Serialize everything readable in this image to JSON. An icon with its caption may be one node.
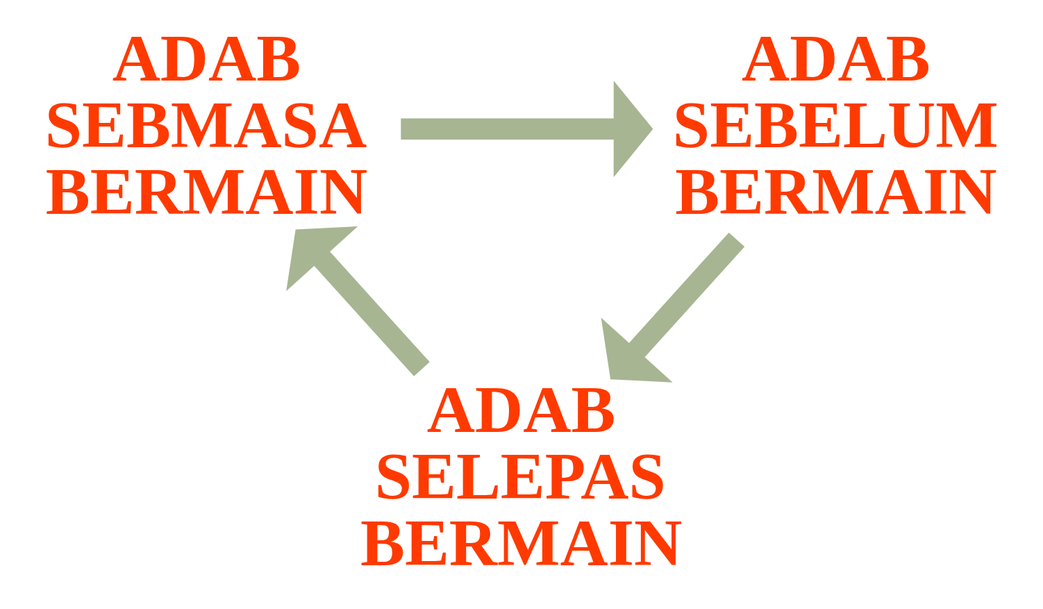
{
  "diagram": {
    "nodes": [
      {
        "text": [
          "ADAB SEBMASA BERMAIN"
        ]
      },
      {
        "text": [
          "ADAB SEBELUM BERMAIN"
        ]
      },
      {
        "text": [
          "ADAB SELEPAS BERMAIN"
        ]
      }
    ],
    "edges": [
      {
        "from": 0,
        "to": 1,
        "arrow": "to"
      },
      {
        "from": 1,
        "to": 2,
        "arrow": "to"
      },
      {
        "from": 2,
        "to": 0,
        "arrow": "to"
      }
    ]
  }
}
